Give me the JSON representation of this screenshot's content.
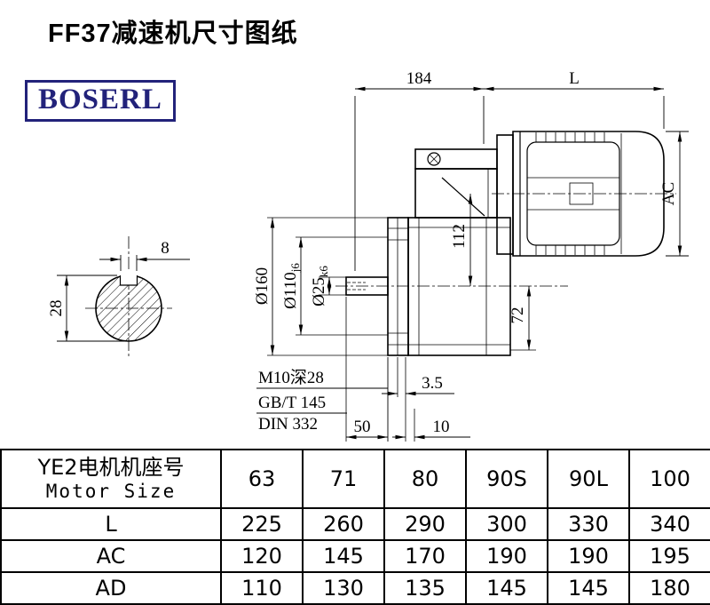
{
  "page": {
    "title": "FF37减速机尺寸图纸",
    "logo_text": "BOSERL",
    "colors": {
      "logo": "#22227a",
      "ink": "#000000"
    }
  },
  "drawing": {
    "dim_184": "184",
    "dim_L": "L",
    "dim_AC": "AC",
    "dim_8": "8",
    "dim_28": "28",
    "flange_dia": "Ø160",
    "spigot_dia_main": "Ø110",
    "spigot_dia_tol": "j6",
    "shaft_dia_main": "Ø25",
    "shaft_dia_tol": "k6",
    "dim_112": "112",
    "dim_72": "72",
    "note_tap": "M10深28",
    "note_std1": "GB/T 145",
    "note_std2": "DIN 332",
    "dim_3_5": "3.5",
    "dim_50": "50",
    "dim_10": "10"
  },
  "table": {
    "header_cn": "YE2电机机座号",
    "header_en": "Motor Size",
    "sizes": [
      "63",
      "71",
      "80",
      "90S",
      "90L",
      "100"
    ],
    "rows": [
      {
        "label": "L",
        "values": [
          "225",
          "260",
          "290",
          "300",
          "330",
          "340"
        ]
      },
      {
        "label": "AC",
        "values": [
          "120",
          "145",
          "170",
          "190",
          "190",
          "195"
        ]
      },
      {
        "label": "AD",
        "values": [
          "110",
          "130",
          "135",
          "145",
          "145",
          "180"
        ]
      }
    ]
  }
}
